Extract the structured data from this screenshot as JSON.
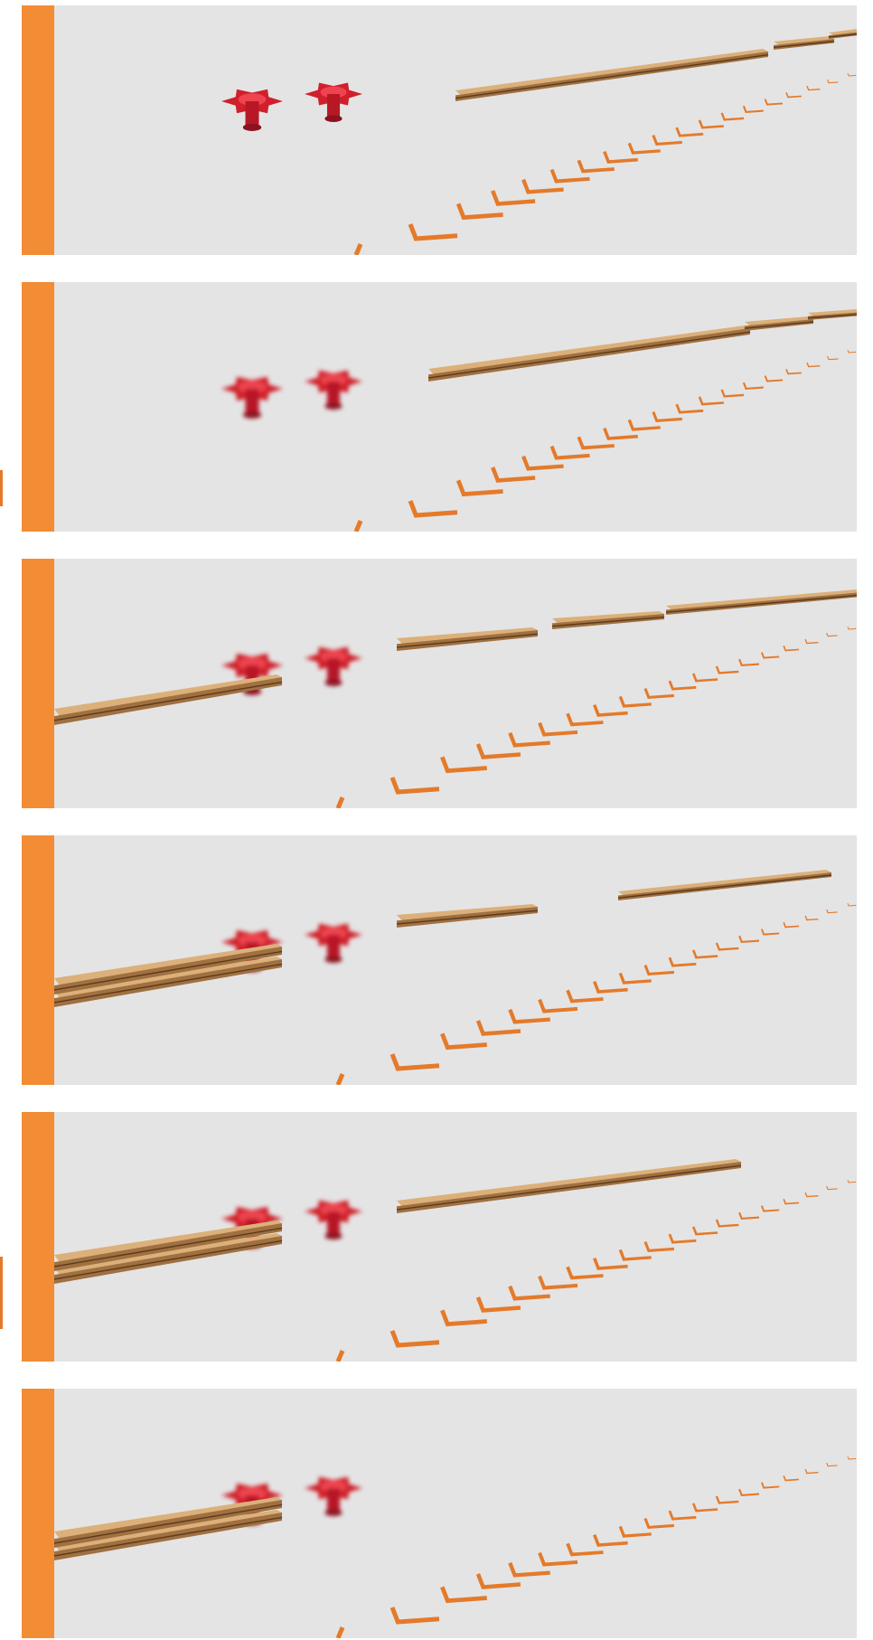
{
  "colors": {
    "accent": "#f28c35",
    "panel_background": "#e4e4e4",
    "page_background": "#ffffff",
    "cutter_red": "#d0202c",
    "wood_light": "#dcb07a",
    "wood_dark": "#a07040",
    "marker": "#e47a2a"
  },
  "frames": [
    {
      "index": 1,
      "cutters": "sharp",
      "boards_exited": 0,
      "boards_queued": 3
    },
    {
      "index": 2,
      "cutters": "spinning",
      "boards_exited": 0,
      "boards_queued": 3
    },
    {
      "index": 3,
      "cutters": "spinning",
      "boards_exited": 1,
      "boards_queued": 3
    },
    {
      "index": 4,
      "cutters": "spinning",
      "boards_exited": 2,
      "boards_queued": 2
    },
    {
      "index": 5,
      "cutters": "spinning",
      "boards_exited": 2,
      "boards_queued": 1
    },
    {
      "index": 6,
      "cutters": "spinning",
      "boards_exited": 2,
      "boards_queued": 0
    }
  ]
}
